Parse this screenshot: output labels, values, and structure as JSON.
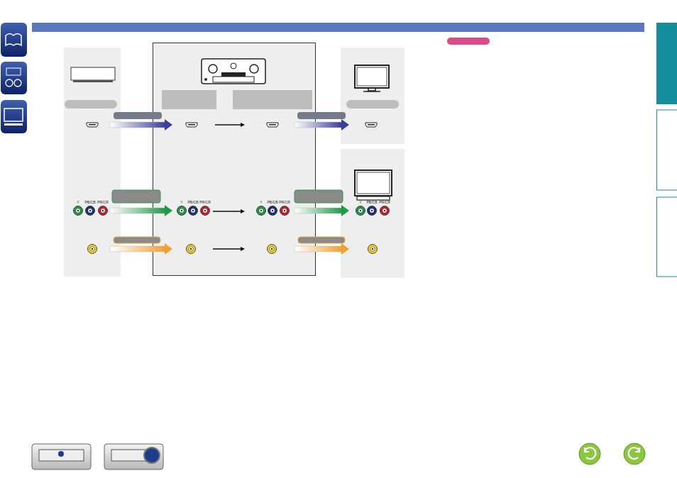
{
  "diagram": {
    "labels": [
      "Y",
      "PB/CB",
      "PR/CR",
      "Y",
      "PB/CB",
      "PR/CR",
      "Y",
      "PB/CB",
      "PR/CR",
      "Y",
      "PB/CB",
      "PR/CR"
    ]
  }
}
